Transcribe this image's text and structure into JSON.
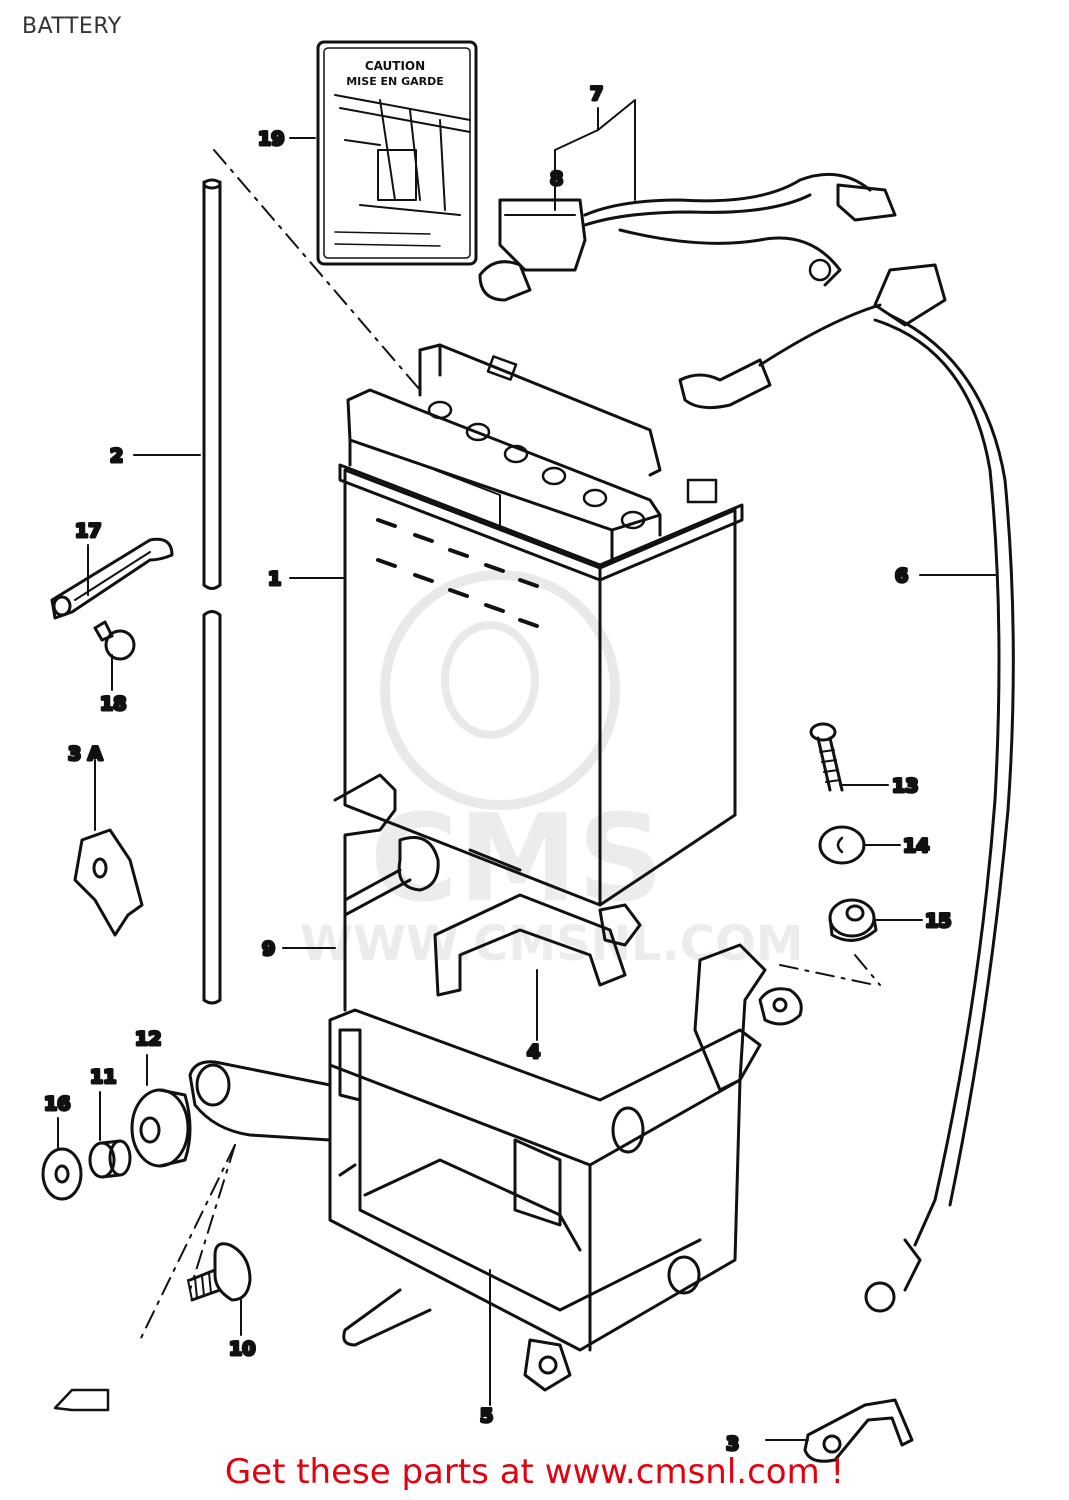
{
  "title": "BATTERY",
  "footer_link": "Get these parts at www.cmsnl.com !",
  "watermark": {
    "logo_text": "CMS",
    "url_text": "WWW.CMSNL.COM"
  },
  "caution_label": {
    "line1": "CAUTION",
    "line2": "MISE EN GARDE"
  },
  "callouts": {
    "p1": "1",
    "p2": "2",
    "p3": "3",
    "p3a": "3 A",
    "p4": "4",
    "p5": "5",
    "p6": "6",
    "p7": "7",
    "p8": "8",
    "p9": "9",
    "p10": "10",
    "p11": "11",
    "p12": "12",
    "p13": "13",
    "p14": "14",
    "p15": "15",
    "p16": "16",
    "p17": "17",
    "p18": "18",
    "p19": "19"
  }
}
